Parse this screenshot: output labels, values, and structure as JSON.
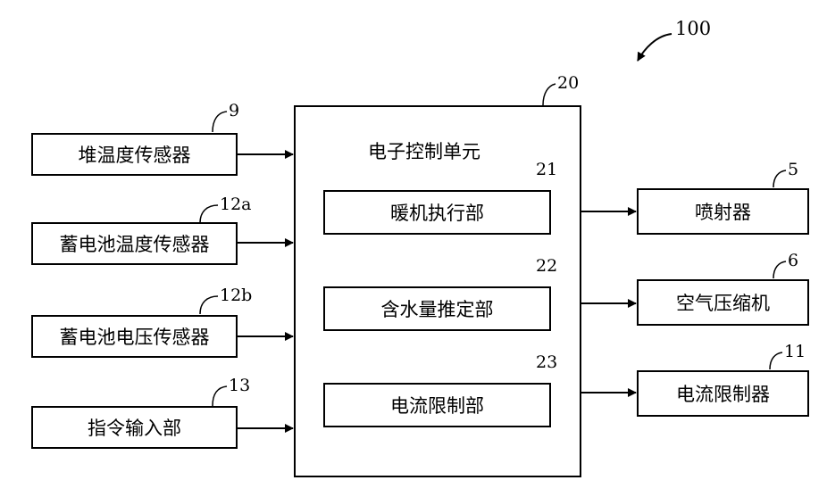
{
  "system_label": "100",
  "controller": {
    "ref": "20",
    "title": "电子控制单元"
  },
  "inputs": [
    {
      "ref": "9",
      "label": "堆温度传感器"
    },
    {
      "ref": "12a",
      "label": "蓄电池温度传感器"
    },
    {
      "ref": "12b",
      "label": "蓄电池电压传感器"
    },
    {
      "ref": "13",
      "label": "指令输入部"
    }
  ],
  "units": [
    {
      "ref": "21",
      "label": "暖机执行部"
    },
    {
      "ref": "22",
      "label": "含水量推定部"
    },
    {
      "ref": "23",
      "label": "电流限制部"
    }
  ],
  "outputs": [
    {
      "ref": "5",
      "label": "喷射器"
    },
    {
      "ref": "6",
      "label": "空气压缩机"
    },
    {
      "ref": "11",
      "label": "电流限制器"
    }
  ]
}
